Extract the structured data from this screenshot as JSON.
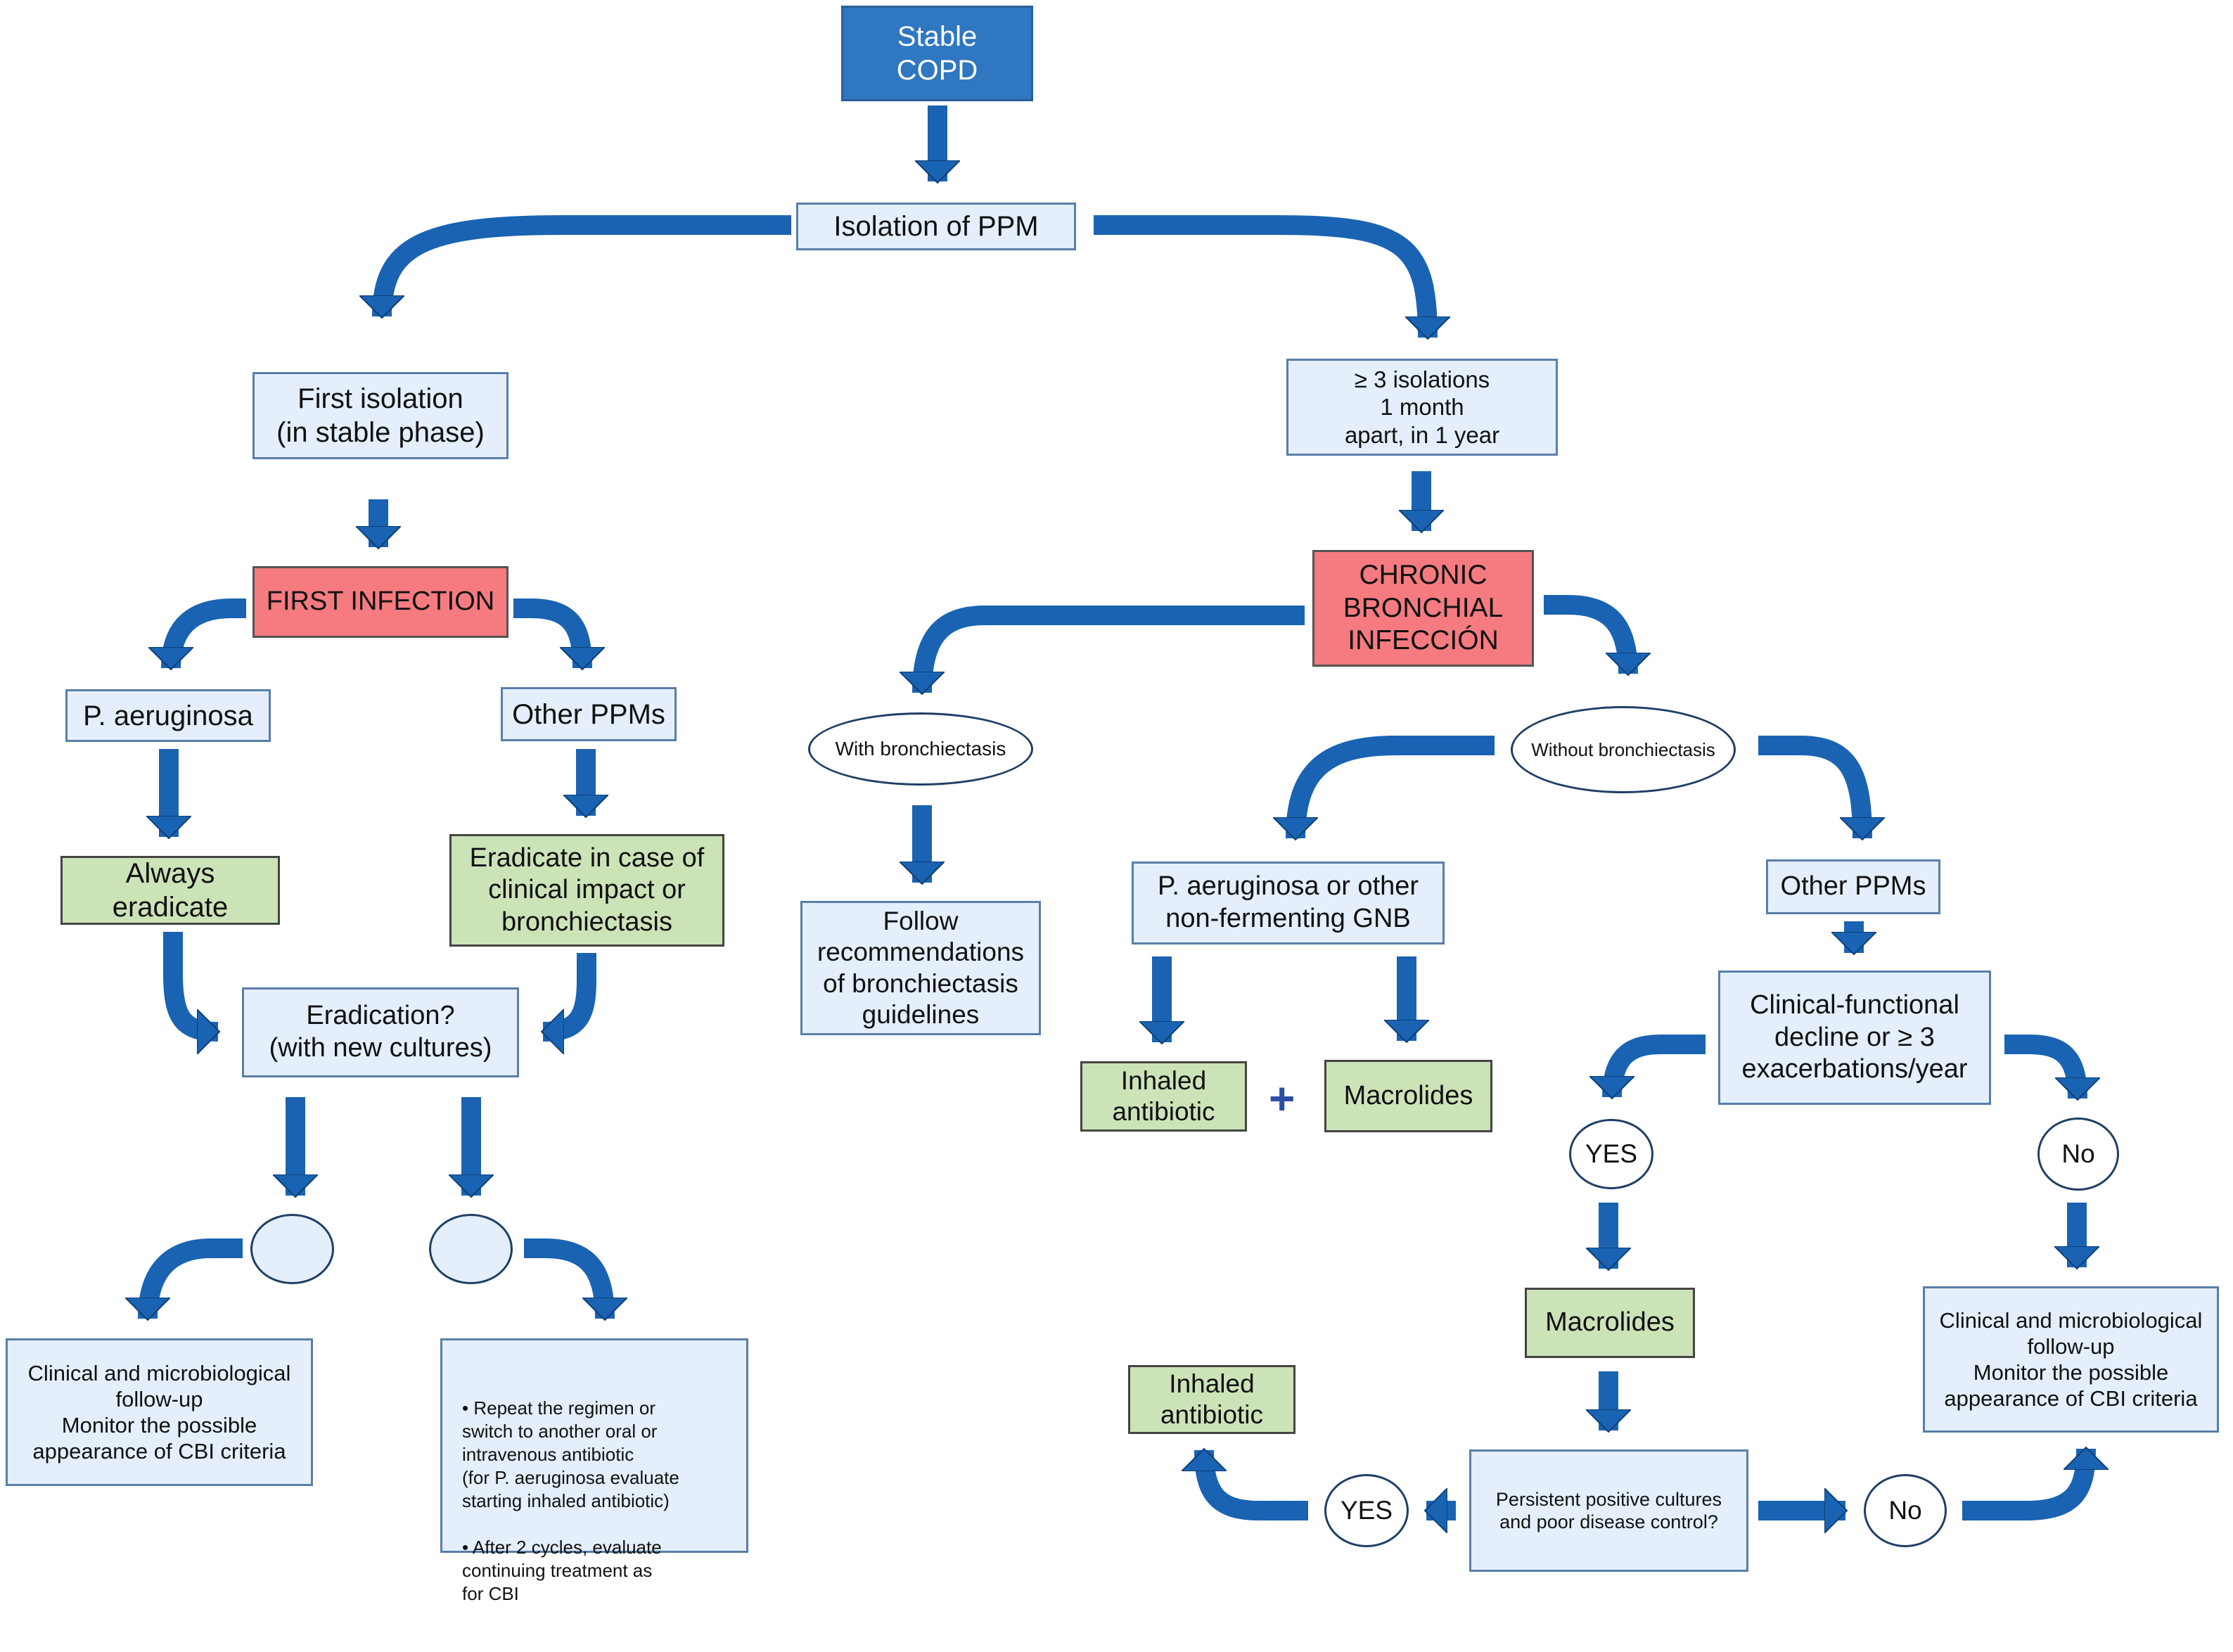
{
  "colors": {
    "arrow": "#1a63b2",
    "box_fill": "#e4effb",
    "header_fill": "#2f77c0",
    "infection_fill": "#f57b80",
    "treatment_fill": "#cce3b8"
  },
  "nodes": {
    "stable_copd": "Stable\nCOPD",
    "isolation_ppm": "Isolation of PPM",
    "first_isolation": "First isolation\n(in stable phase)",
    "three_isolations": "≥ 3 isolations\n1 month\napart, in 1 year",
    "first_infection": "FIRST INFECTION",
    "chronic_infection": "CHRONIC\nBRONCHIAL\nINFECCIÓN",
    "p_aeruginosa": "P. aeruginosa",
    "other_ppms_left": "Other PPMs",
    "always_eradicate": "Always\neradicate",
    "eradicate_case": "Eradicate in case of\nclinical impact or\nbronchiectasis",
    "eradication_q": "Eradication?\n(with new cultures)",
    "followup_left": "Clinical and  microbiological\nfollow-up\nMonitor the possible\nappearance of CBI criteria",
    "repeat_regimen_items": [
      "Repeat the regimen or\nswitch to another oral or\nintravenous antibiotic\n (for P. aeruginosa evaluate\nstarting inhaled antibiotic)",
      "After 2 cycles, evaluate\ncontinuing treatment as\nfor CBI"
    ],
    "with_bronchiectasis": "With bronchiectasis",
    "without_bronchiectasis": "Without bronchiectasis",
    "follow_recommendations": "Follow\nrecommendations\nof bronchiectasis\nguidelines",
    "p_aeruginosa_gnb": "P. aeruginosa or other\nnon-fermenting GNB",
    "other_ppms_right": "Other PPMs",
    "inhaled_antibiotic_1": "Inhaled\nantibiotic",
    "plus_sign": "+",
    "macrolides_1": "Macrolides",
    "clinical_decline": "Clinical-functional\ndecline or ≥ 3\nexacerbations/year",
    "yes_1": "YES",
    "no_1": "No",
    "macrolides_2": "Macrolides",
    "followup_right": "Clinical and microbiological\nfollow-up\nMonitor the possible\nappearance of CBI criteria",
    "inhaled_antibiotic_2": "Inhaled\nantibiotic",
    "yes_2": "YES",
    "persistent_cultures": "Persistent positive cultures\nand poor disease control?",
    "no_2": "No"
  }
}
